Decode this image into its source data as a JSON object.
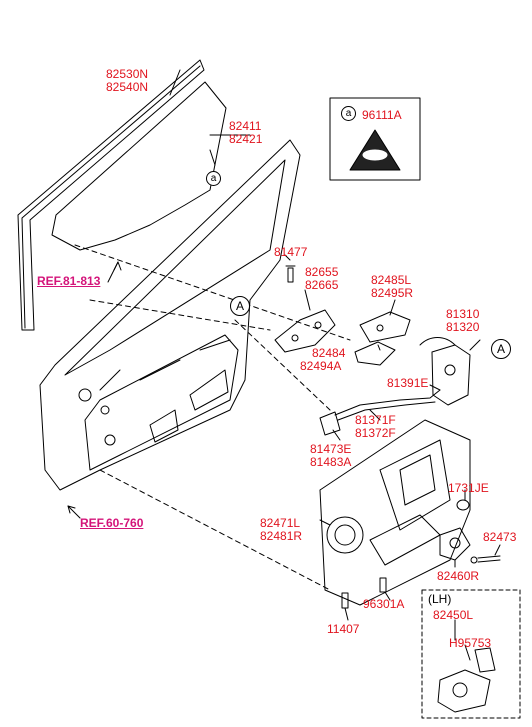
{
  "colors": {
    "part_number": "#e0141e",
    "reference": "#d4147a",
    "line": "#000000"
  },
  "labels": {
    "p82530": "82530N",
    "p82540": "82540N",
    "p82411": "82411",
    "p82421": "82421",
    "p81477": "81477",
    "p82655": "82655",
    "p82665": "82665",
    "p82485": "82485L",
    "p82495": "82495R",
    "p81310": "81310",
    "p81320": "81320",
    "p82484": "82484",
    "p82494": "82494A",
    "p81391": "81391E",
    "p81371": "81371F",
    "p81372": "81372F",
    "p81473": "81473E",
    "p81483": "81483A",
    "p1731": "1731JE",
    "p82471": "82471L",
    "p82481": "82481R",
    "p82473": "82473",
    "p82460": "82460R",
    "p96301": "96301A",
    "p11407": "11407",
    "p82450": "82450L",
    "pH95753": "H95753",
    "p96111": "96111A"
  },
  "refs": {
    "ref_81": "REF.81-813",
    "ref_60": "REF.60-760"
  },
  "markers": {
    "small_a": "a",
    "big_a": "A"
  },
  "lh_label": "(LH)"
}
